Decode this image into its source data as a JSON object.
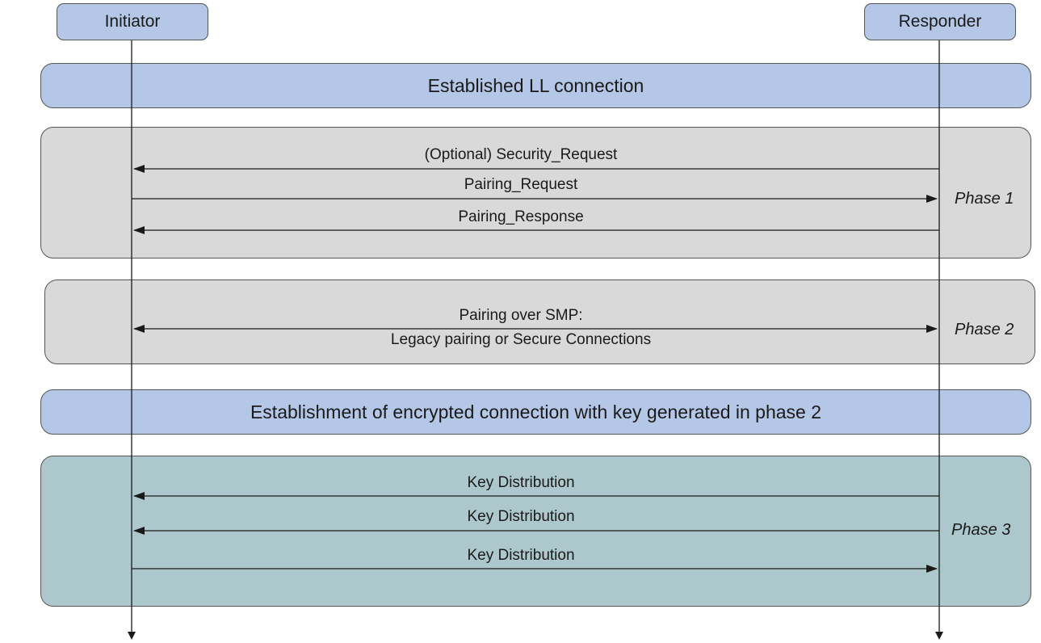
{
  "actors": {
    "initiator": "Initiator",
    "responder": "Responder"
  },
  "bands": {
    "ll_connection": "Established LL connection",
    "encrypted_connection": "Establishment of encrypted connection with key generated in phase 2"
  },
  "phases": {
    "phase1": {
      "label": "Phase 1",
      "messages": [
        {
          "text": "(Optional) Security_Request",
          "direction": "responder-to-initiator"
        },
        {
          "text": "Pairing_Request",
          "direction": "initiator-to-responder"
        },
        {
          "text": "Pairing_Response",
          "direction": "responder-to-initiator"
        }
      ]
    },
    "phase2": {
      "label": "Phase 2",
      "message_line1": "Pairing over SMP:",
      "message_line2": "Legacy pairing or Secure Connections",
      "direction": "bidirectional"
    },
    "phase3": {
      "label": "Phase 3",
      "messages": [
        {
          "text": "Key Distribution",
          "direction": "responder-to-initiator"
        },
        {
          "text": "Key Distribution",
          "direction": "responder-to-initiator"
        },
        {
          "text": "Key Distribution",
          "direction": "initiator-to-responder"
        }
      ]
    }
  },
  "colors": {
    "actor_fill": "#b4c7e7",
    "band_fill": "#b4c7e7",
    "phase_gray": "#d9d9d9",
    "phase_teal": "#adc8cc",
    "line": "#1a1a1a"
  }
}
